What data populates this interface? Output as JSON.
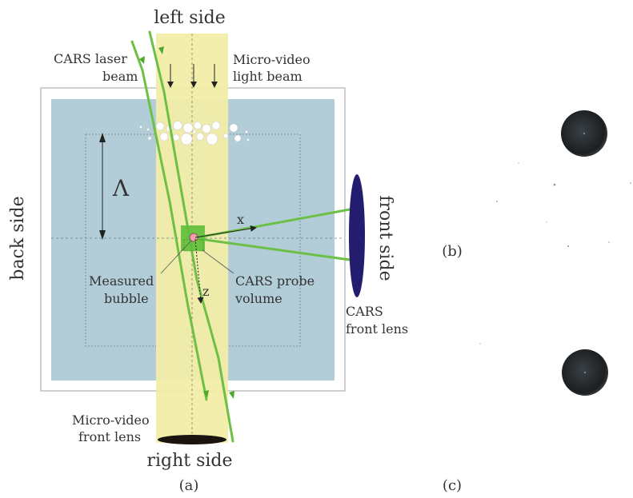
{
  "labels": {
    "left_side": "left side",
    "right_side": "right side",
    "back_side": "back side",
    "front_side": "front side",
    "cars_laser_beam_line1": "CARS laser",
    "cars_laser_beam_line2": "beam",
    "micro_video_light_line1": "Micro-video",
    "micro_video_light_line2": "light beam",
    "lambda": "Λ",
    "axis_x": "x",
    "axis_z": "z",
    "measured_bubble_line1": "Measured",
    "measured_bubble_line2": "bubble",
    "cars_probe_line1": "CARS probe",
    "cars_probe_line2": "volume",
    "cars_front_lens_line1": "CARS",
    "cars_front_lens_line2": "front lens",
    "micro_video_front_lens_line1": "Micro-video",
    "micro_video_front_lens_line2": "front lens",
    "panel_a": "(a)",
    "panel_b": "(b)",
    "panel_c": "(c)"
  },
  "colors": {
    "tank": "#b2cdd8",
    "light_beam": "#f3eda6",
    "laser": "#6cc045",
    "probe_volume": "#5fbf3a",
    "cars_lens": "#241c6e",
    "video_lens": "#1a1410",
    "particle": "#1b1f22",
    "text": "#333333"
  }
}
